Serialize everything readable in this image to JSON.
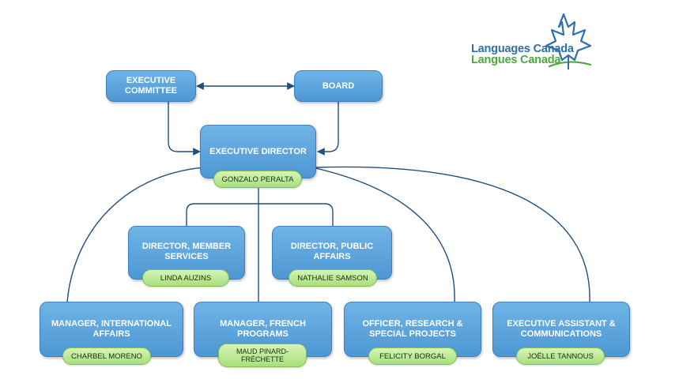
{
  "logo": {
    "line_en": "Languages Canada",
    "line_fr": "Langues Canada",
    "icon": "maple-leaf-icon"
  },
  "org": {
    "executive_committee": {
      "title": "EXECUTIVE COMMITTEE"
    },
    "board": {
      "title": "BOARD"
    },
    "executive_director": {
      "title": "EXECUTIVE DIRECTOR",
      "name": "GONZALO PERALTA"
    },
    "director_member_services": {
      "title": "DIRECTOR, MEMBER SERVICES",
      "name": "LINDA AUZINS"
    },
    "director_public_affairs": {
      "title": "DIRECTOR, PUBLIC AFFAIRS",
      "name": "NATHALIE SAMSON"
    },
    "manager_international": {
      "title": "MANAGER, INTERNATIONAL AFFAIRS",
      "name": "CHARBEL MORENO"
    },
    "manager_french": {
      "title": "MANAGER, FRENCH PROGRAMS",
      "name": "MAUD PINARD-FRÉCHETTE"
    },
    "officer_research": {
      "title": "OFFICER, RESEARCH & SPECIAL PROJECTS",
      "name": "FELICITY BORGAL"
    },
    "executive_assistant": {
      "title": "EXECUTIVE ASSISTANT & COMMUNICATIONS",
      "name": "JOËLLE TANNOUS"
    }
  },
  "colors": {
    "box_fill": "#5aa4dd",
    "box_border": "#3b7fbf",
    "pill_fill": "#b6e68c",
    "line": "#1f4f7f",
    "logo_blue": "#2f6ea8",
    "logo_green": "#4fa83f"
  }
}
